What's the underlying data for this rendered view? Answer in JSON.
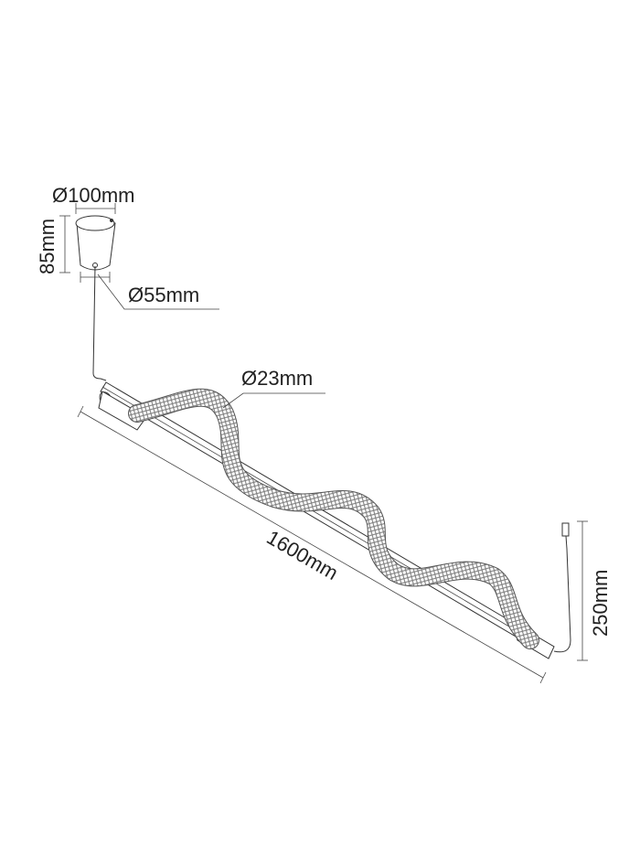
{
  "dimensions": {
    "canopy_diameter": "Ø100mm",
    "canopy_height": "85mm",
    "canopy_base_diameter": "Ø55mm",
    "rope_diameter": "Ø23mm",
    "bar_length": "1600mm",
    "drop_height": "250mm"
  },
  "colors": {
    "line": "#333333",
    "rope": "#8a8a8a"
  }
}
